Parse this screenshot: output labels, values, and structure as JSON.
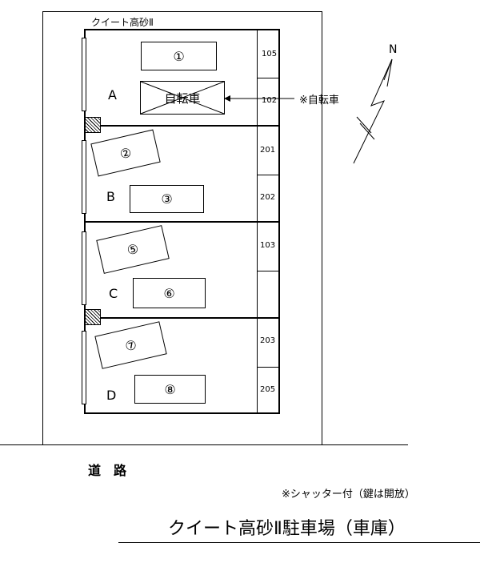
{
  "building_name_small": "クイート高砂Ⅱ",
  "title": "クイート高砂Ⅱ駐車場（車庫）",
  "road_label": "道　路",
  "shutter_note": "※シャッター付（鍵は開放）",
  "bike_note": "※自転車",
  "north_label": "N",
  "bays": {
    "a": {
      "label": "A",
      "car": "①",
      "bicycle_label": "自転車",
      "unit_top": "105",
      "unit_bottom": "102"
    },
    "b": {
      "label": "B",
      "car_rotated": "②",
      "car": "③",
      "unit_top": "201",
      "unit_bottom": "202"
    },
    "c": {
      "label": "C",
      "car_rotated": "⑤",
      "car": "⑥",
      "unit_top": "103",
      "unit_bottom": ""
    },
    "d": {
      "label": "D",
      "car_rotated": "⑦",
      "car": "⑧",
      "unit_top": "203",
      "unit_bottom": "205"
    }
  }
}
